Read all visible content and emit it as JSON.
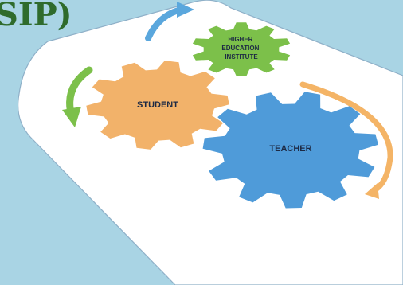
{
  "header": {
    "title_fragment": "SIP)"
  },
  "gears": [
    {
      "id": "higher-education",
      "label_lines": [
        "HIGHER",
        "EDUCATION",
        "INSTITUTE"
      ],
      "color": "#7cc04a"
    },
    {
      "id": "student",
      "label_lines": [
        "STUDENT"
      ],
      "color": "#f2b26a"
    },
    {
      "id": "teacher",
      "label_lines": [
        "TEACHER"
      ],
      "color": "#4f9bd9"
    }
  ],
  "arrows": [
    {
      "id": "blue-arrow",
      "color": "#5aa7dd"
    },
    {
      "id": "green-arrow",
      "color": "#7cc04a"
    },
    {
      "id": "orange-arrow",
      "color": "#f4b466"
    }
  ],
  "colors": {
    "background": "#a9d4e4",
    "card": "#ffffff",
    "title": "#2f6b2c"
  }
}
